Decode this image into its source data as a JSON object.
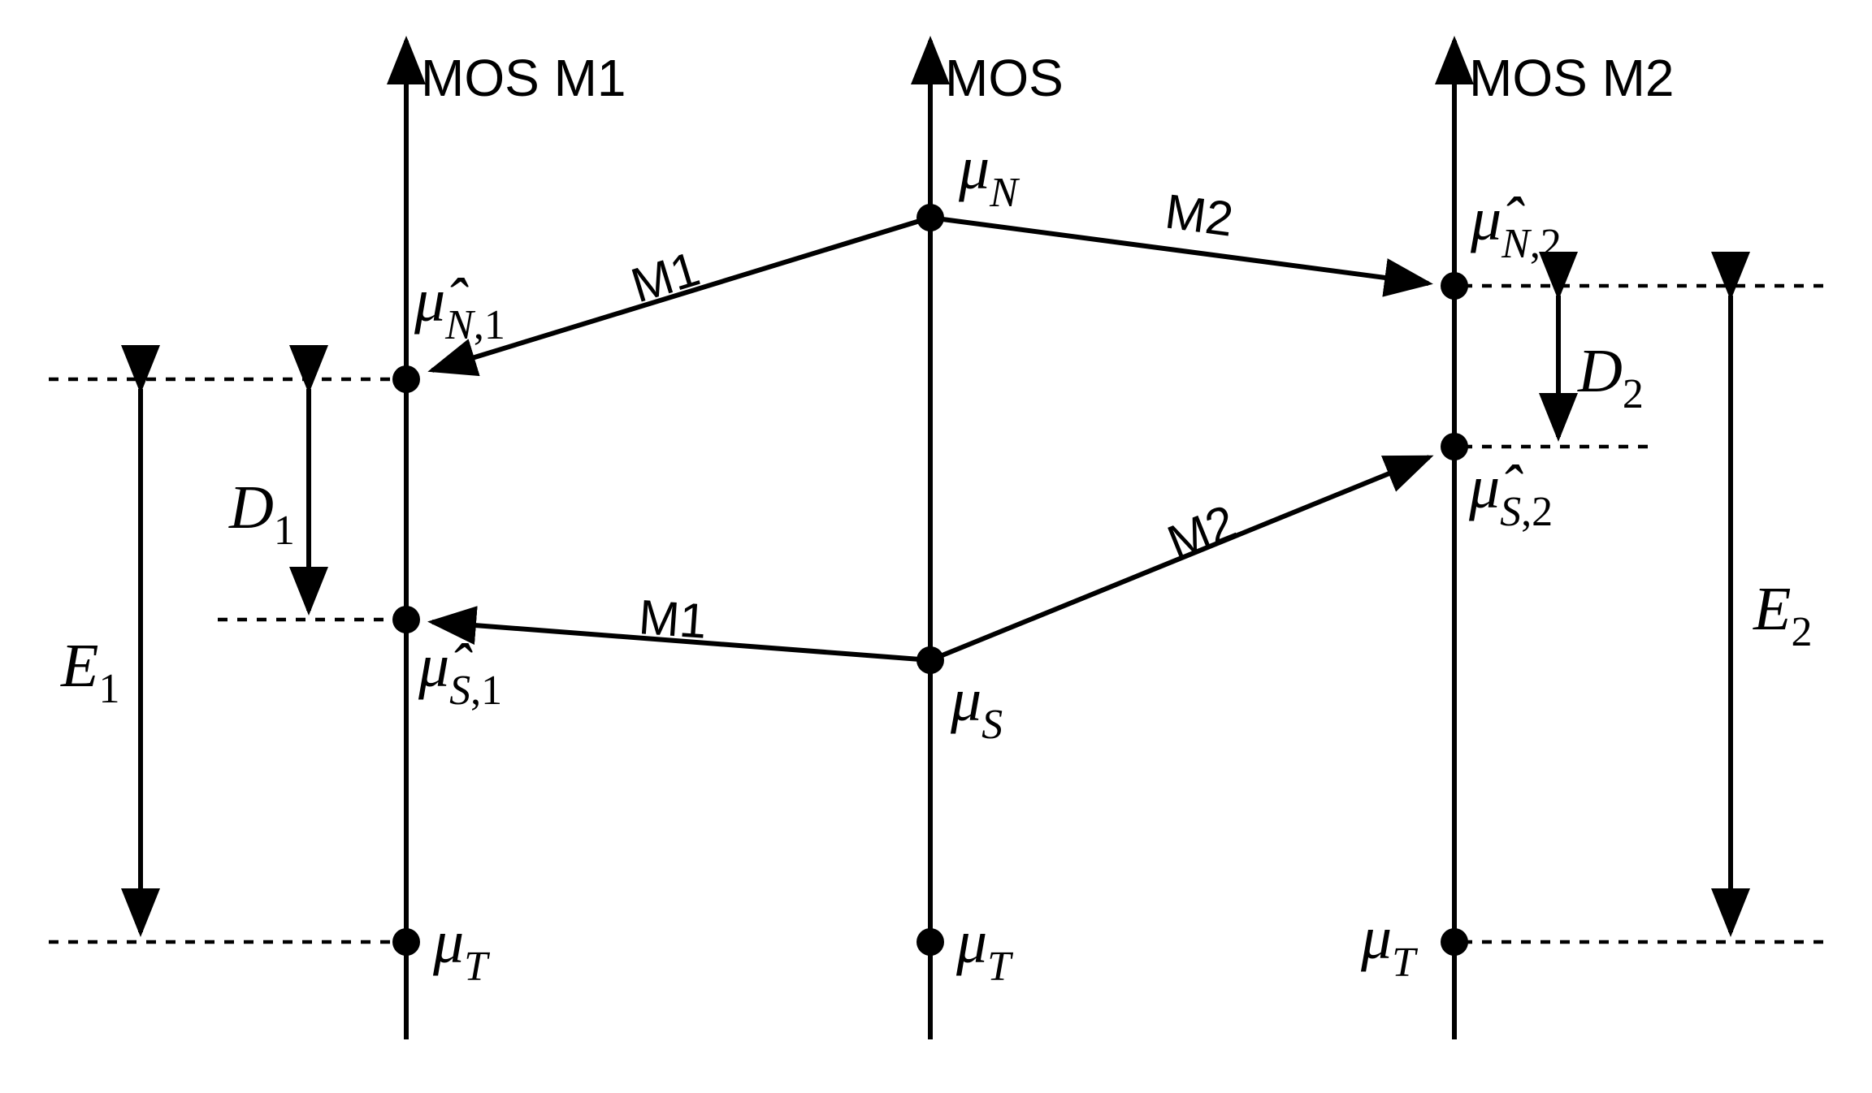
{
  "axes": {
    "left_title": "MOS M1",
    "center_title": "MOS",
    "right_title": "MOS M2"
  },
  "arrow_labels": {
    "m1_upper": "M1",
    "m1_lower": "M1",
    "m2_upper": "M2",
    "m2_lower": "M2"
  },
  "points": {
    "mu_n": {
      "base": "μ",
      "sub": "N"
    },
    "mu_s": {
      "base": "μ",
      "sub": "S"
    },
    "mu_t_left": {
      "base": "μ",
      "sub": "T"
    },
    "mu_t_center": {
      "base": "μ",
      "sub": "T"
    },
    "mu_t_right": {
      "base": "μ",
      "sub": "T"
    },
    "mu_hat_n1": {
      "base": "μ̂",
      "sub_letter": "N",
      "sub_num": ",1"
    },
    "mu_hat_s1": {
      "base": "μ̂",
      "sub_letter": "S",
      "sub_num": ",1"
    },
    "mu_hat_n2": {
      "base": "μ̂",
      "sub_letter": "N",
      "sub_num": ",2"
    },
    "mu_hat_s2": {
      "base": "μ̂",
      "sub_letter": "S",
      "sub_num": ",2"
    }
  },
  "distances": {
    "d1": {
      "base": "D",
      "sub": "1"
    },
    "d2": {
      "base": "D",
      "sub": "2"
    },
    "e1": {
      "base": "E",
      "sub": "1"
    },
    "e2": {
      "base": "E",
      "sub": "2"
    }
  }
}
